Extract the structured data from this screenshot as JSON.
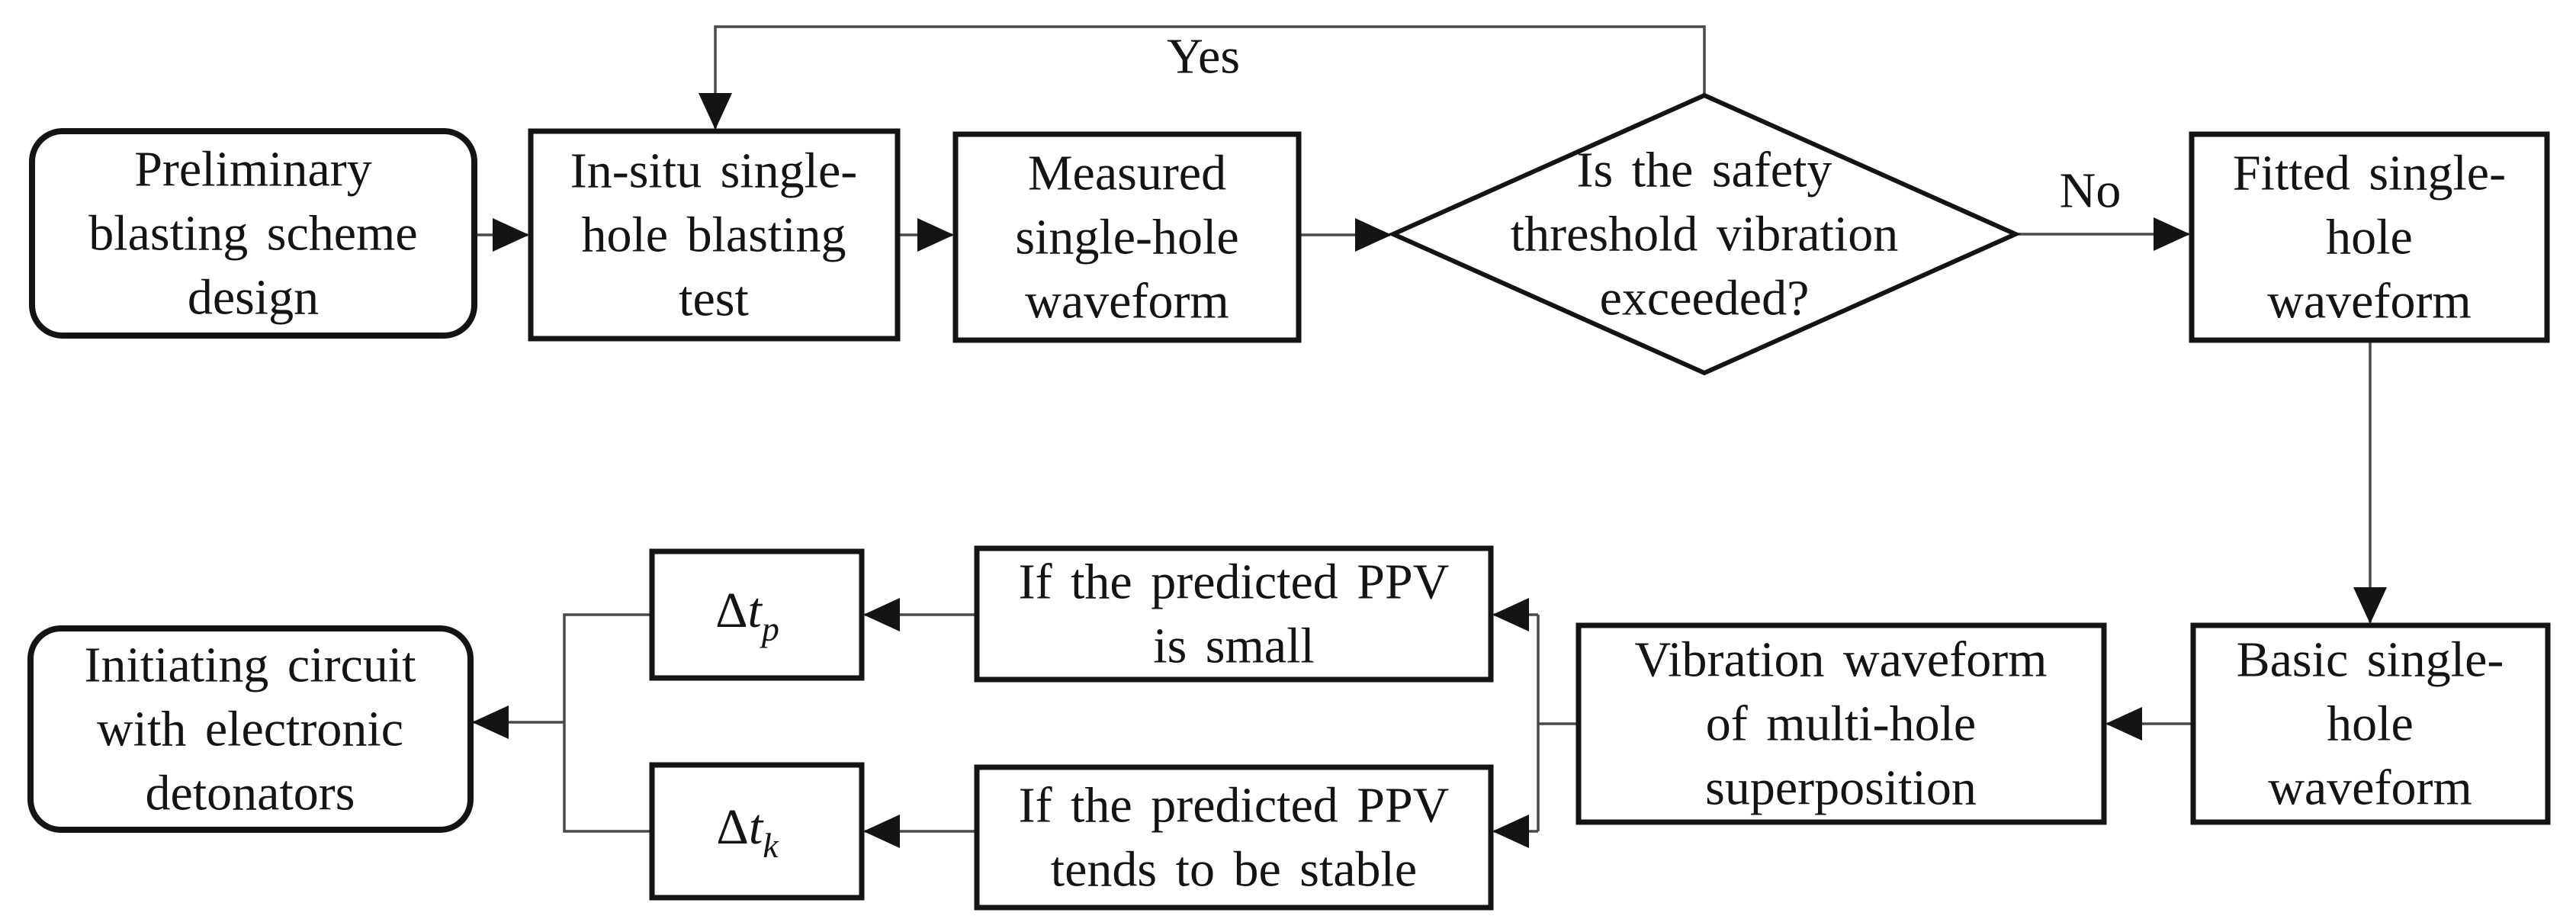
{
  "diagram": {
    "background_color": "#ffffff",
    "ink_color": "#141414",
    "connector_color": "#4a4a4a",
    "icons": [
      "arrowhead-icon"
    ]
  },
  "labels": {
    "yes": "Yes",
    "no": "No"
  },
  "nodes": {
    "preliminary": {
      "lines": [
        "Preliminary",
        "blasting scheme",
        "design"
      ]
    },
    "insitu": {
      "lines": [
        "In-situ single-",
        "hole blasting",
        "test"
      ]
    },
    "measured": {
      "lines": [
        "Measured",
        "single-hole",
        "waveform"
      ]
    },
    "decision": {
      "lines": [
        "Is the safety",
        "threshold vibration",
        "exceeded?"
      ]
    },
    "fitted": {
      "lines": [
        "Fitted single-",
        "hole",
        "waveform"
      ]
    },
    "basic": {
      "lines": [
        "Basic single-",
        "hole",
        "waveform"
      ]
    },
    "vibration": {
      "lines": [
        "Vibration waveform",
        "of multi-hole",
        "superposition"
      ]
    },
    "if_small": {
      "lines": [
        "If the predicted PPV",
        "is small"
      ]
    },
    "if_stable": {
      "lines": [
        "If the predicted PPV",
        "tends to be stable"
      ]
    },
    "delta_tp": {
      "delta": "Δ",
      "t": "t",
      "sub": "p"
    },
    "delta_tk": {
      "delta": "Δ",
      "t": "t",
      "sub": "k"
    },
    "initiating": {
      "lines": [
        "Initiating circuit",
        "with electronic",
        "detonators"
      ]
    }
  }
}
